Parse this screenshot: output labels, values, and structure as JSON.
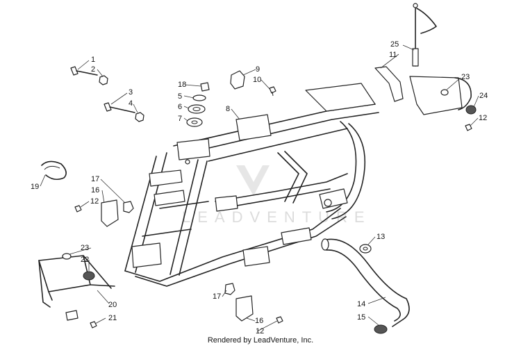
{
  "footer": "Rendered by LeadVenture, Inc.",
  "watermark": "LEADVENTURE",
  "callouts": [
    "1",
    "2",
    "3",
    "4",
    "5",
    "6",
    "7",
    "8",
    "9",
    "10",
    "11",
    "12",
    "12",
    "12",
    "13",
    "14",
    "15",
    "16",
    "16",
    "17",
    "17",
    "18",
    "19",
    "20",
    "21",
    "22",
    "23",
    "23",
    "24",
    "25"
  ]
}
